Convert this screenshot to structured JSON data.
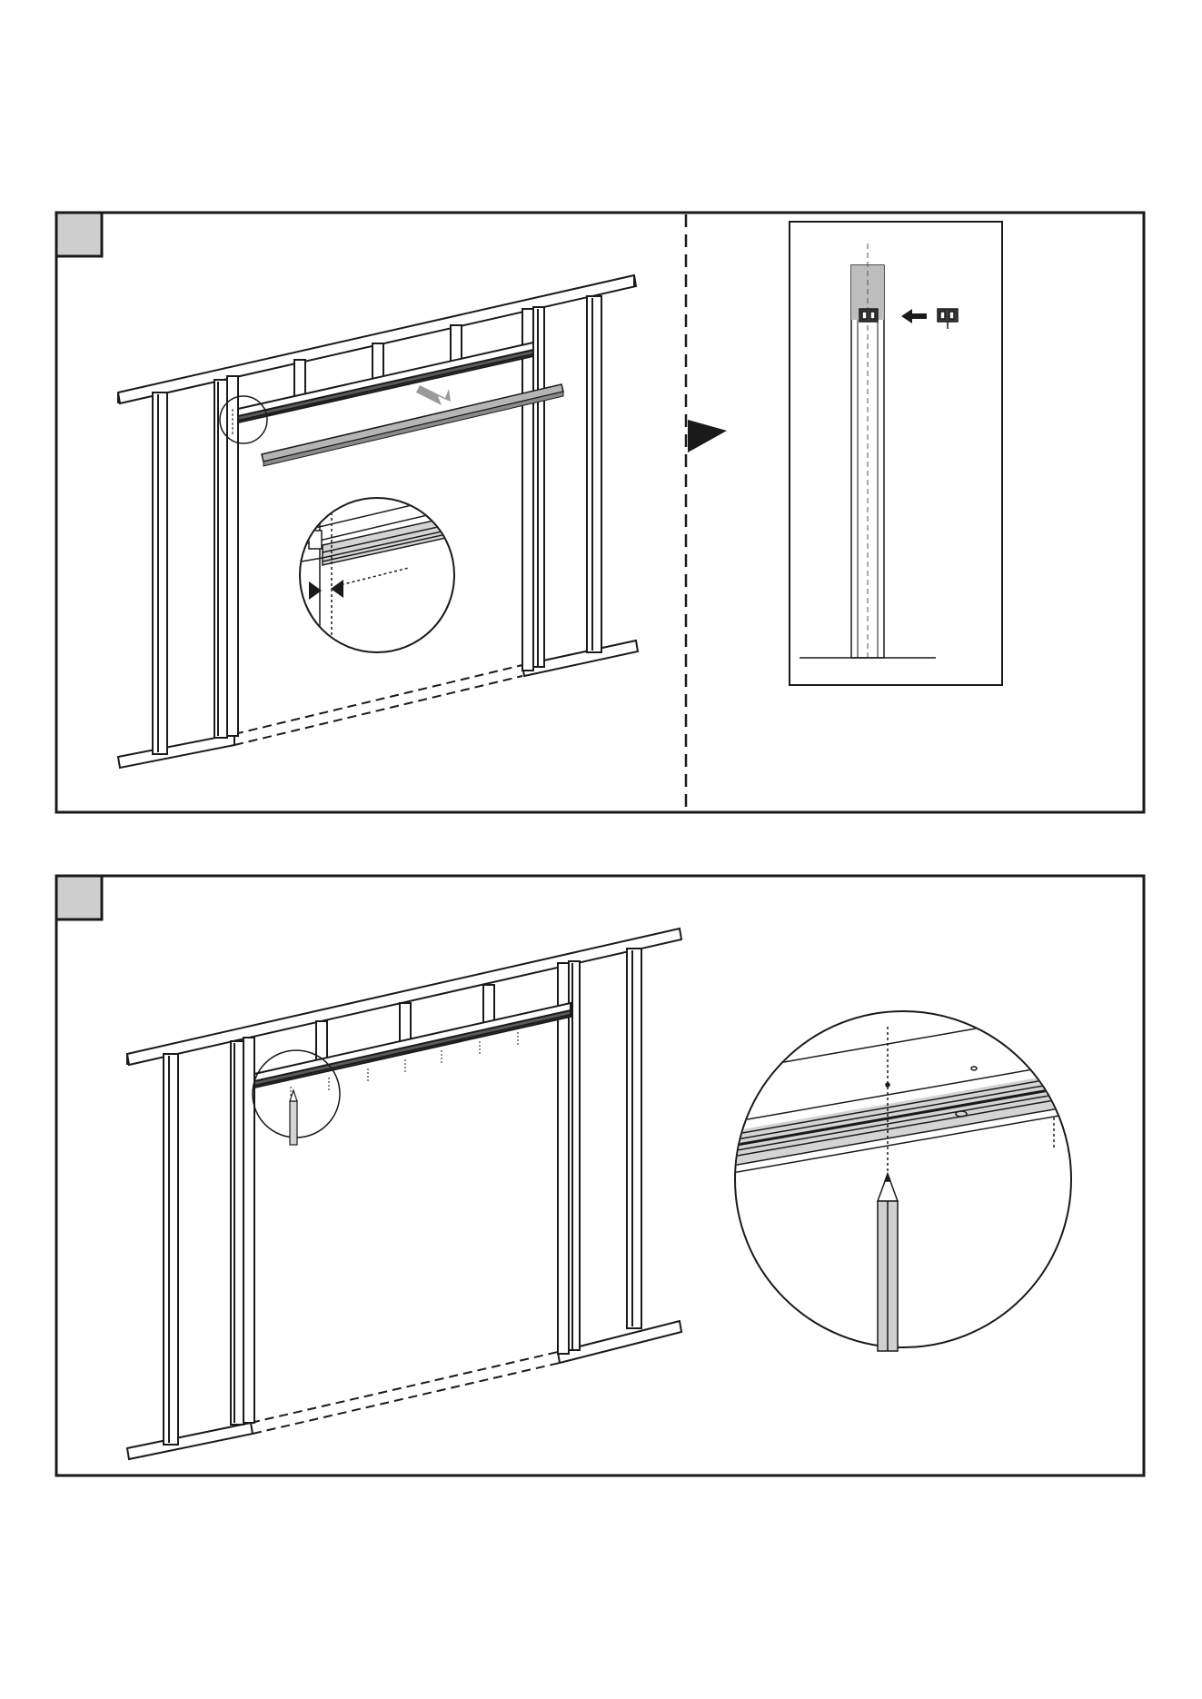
{
  "page": {
    "background": "#ffffff"
  },
  "colors": {
    "outline": "#1a1a1a",
    "badge_fill": "#cfcfcf",
    "rail_fill": "#b5b5b5",
    "arrow_fill": "#9a9a9a",
    "detail_fill": "#d4d4d4"
  },
  "steps": [
    {
      "id": "step-1",
      "badge_label": "",
      "panels": [
        "frame-with-rail-and-spacing-detail",
        "rail-end-cap-insertion-detail"
      ]
    },
    {
      "id": "step-2",
      "badge_label": "",
      "panels": [
        "frame-with-mounted-rail",
        "pencil-marking-detail"
      ]
    }
  ],
  "icons": [
    "direction-arrow-icon",
    "pencil-icon",
    "spacing-arrows-icon",
    "end-cap-icon"
  ]
}
